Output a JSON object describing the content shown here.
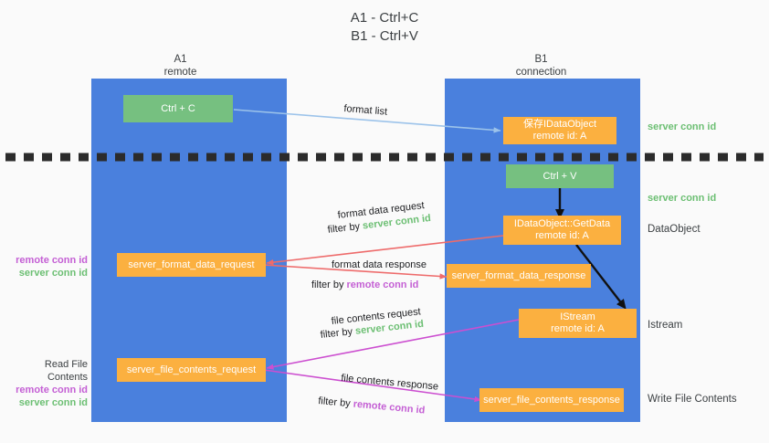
{
  "title": {
    "line1": "A1 - Ctrl+C",
    "line2": "B1 - Ctrl+V"
  },
  "columns": [
    {
      "name": "A1",
      "subtitle": "remote"
    },
    {
      "name": "B1",
      "subtitle": "connection"
    }
  ],
  "boxes": {
    "ctrl_c": "Ctrl + C",
    "ctrl_v": "Ctrl + V",
    "save_idataobject_l1": "保存IDataObject",
    "save_idataobject_l2": "remote id: A",
    "getdata_l1": "IDataObject::GetData",
    "getdata_l2": "remote id: A",
    "istream_l1": "IStream",
    "istream_l2": "remote id: A",
    "server_format_data_request": "server_format_data_request",
    "server_format_data_response": "server_format_data_response",
    "server_file_contents_request": "server_file_contents_request",
    "server_file_contents_response": "server_file_contents_response"
  },
  "right_labels": {
    "server_conn_id_top": "server conn id",
    "server_conn_id_mid": "server conn id",
    "dataobject": "DataObject",
    "istream": "Istream",
    "write_file_contents": "Write File Contents"
  },
  "left_labels": {
    "format_remote": "remote conn id",
    "format_server": "server conn id",
    "read_file_contents": "Read File Contents",
    "file_remote": "remote conn id",
    "file_server": "server conn id"
  },
  "edges": {
    "format_list": "format list",
    "format_data_request": "format data request",
    "format_data_request_filter_prefix": "filter by ",
    "format_data_request_filter_key": "server conn id",
    "format_data_response": "format data response",
    "format_data_response_filter_prefix": "filter by ",
    "format_data_response_filter_key": "remote conn id",
    "file_contents_request": "file contents request",
    "file_contents_request_filter_prefix": "filter by ",
    "file_contents_request_filter_key": "server conn id",
    "file_contents_response": "file contents response",
    "file_contents_response_filter_prefix": "filter by ",
    "file_contents_response_filter_key": "remote conn id"
  },
  "colors": {
    "lane": "#4a80dd",
    "green_box": "#76c080",
    "orange_box": "#fbb040",
    "green_text": "#6cbf73",
    "purple_text": "#c45fd4",
    "red_arrow": "#ee6b6b",
    "magenta_arrow": "#cc4fd0",
    "lightblue_arrow": "#9cc3ea",
    "black_arrow": "#000000",
    "background": "#fafafa"
  }
}
